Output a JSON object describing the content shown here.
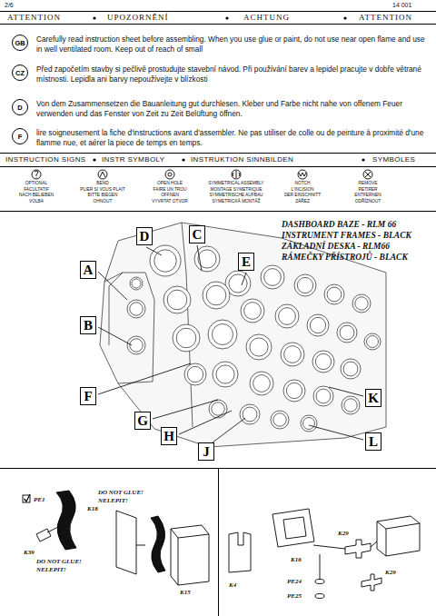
{
  "diagram": {
    "nodes": [
      {
        "text": [
          "GB"
        ]
      },
      {
        "text": [
          "CZ"
        ]
      },
      {
        "text": [
          "D"
        ]
      },
      {
        "text": [
          "F"
        ]
      },
      {
        "text": [
          "D"
        ]
      },
      {
        "text": [
          "C"
        ]
      },
      {
        "text": [
          "E"
        ]
      },
      {
        "text": [
          "A"
        ]
      },
      {
        "text": [
          "B"
        ]
      },
      {
        "text": [
          "F"
        ]
      },
      {
        "text": [
          "K"
        ]
      },
      {
        "text": [
          "G"
        ]
      },
      {
        "text": [
          "H"
        ]
      },
      {
        "text": [
          "L"
        ]
      },
      {
        "text": [
          "J"
        ]
      }
    ],
    "labels": [
      "2/6",
      "14 001",
      "ATTENTION",
      "UPOZORNĚNÍ",
      "ACHTUNG",
      "ATTENTION",
      "Carefully read instruction sheet before assembling. When you use glue or paint, do not use near open flame and use in well ventilated room. Keep out of reach of small",
      "Před započetím stavby si pečlivě prostudujte stavební návod. Při používání barev a lepidel pracujte v dobře větrané místnosti. Lepidla ani barvy nepoužívejte v blízkosti",
      "Von dem Zusammensetzen die Bauanleitung gut durchlesen. Kleber und Farbe nicht nahe von offenem Feuer verwenden und das Fenster von Zeit zu Zeit Belüftung öffnen.",
      "lire soigneusement la fiche d'instructions avant d'assembler. Ne pas utiliser de colle ou de peinture à proximité d'une flamme nue, et aérer la piece de temps en temps.",
      "INSTRUCTION SIGNS",
      "INSTR SYMBOLY",
      "INSTRUKTION SINNBILDEN",
      "SYMBOLES",
      "OPTIONAL",
      "FACULTATIF",
      "NACH BELIEBEN",
      "VOLBA",
      "BEND",
      "PLIER SI VOUS PLAIT",
      "BITTE BIEGEN",
      "OHNOUT",
      "OPEN HOLE",
      "FAIRE UN TROU",
      "OFFNEN",
      "VYVRTAT OTVOR",
      "SYMMETRICAL ASSEMBLY",
      "MONTAGE SYMETRIQUE",
      "SYMMETRISCHE AUFBAU",
      "SYMETRICKÁ MONTÁŽ",
      "NOTCH",
      "L'INCISION",
      "DER EINSCHNITT",
      "ZÁŘEZ",
      "REMOVE",
      "RETIRER",
      "ENTFERNEN",
      "ODŘÍZNOUT",
      "DASHBOARD BAZE - RLM 66",
      "INSTRUMENT FRAMES - BLACK",
      "ZÁKLADNÍ DESKA - RLM66",
      "RÁMEČKY PŘÍSTROJŮ - BLACK",
      "PE1",
      "DO NOT GLUE!",
      "NELEPIT!",
      "K18",
      "K39",
      "DO NOT GLUE!",
      "NELEPIT!",
      "K15",
      "K4",
      "K16",
      "K29",
      "PE24",
      "PE25",
      "K29"
    ]
  }
}
